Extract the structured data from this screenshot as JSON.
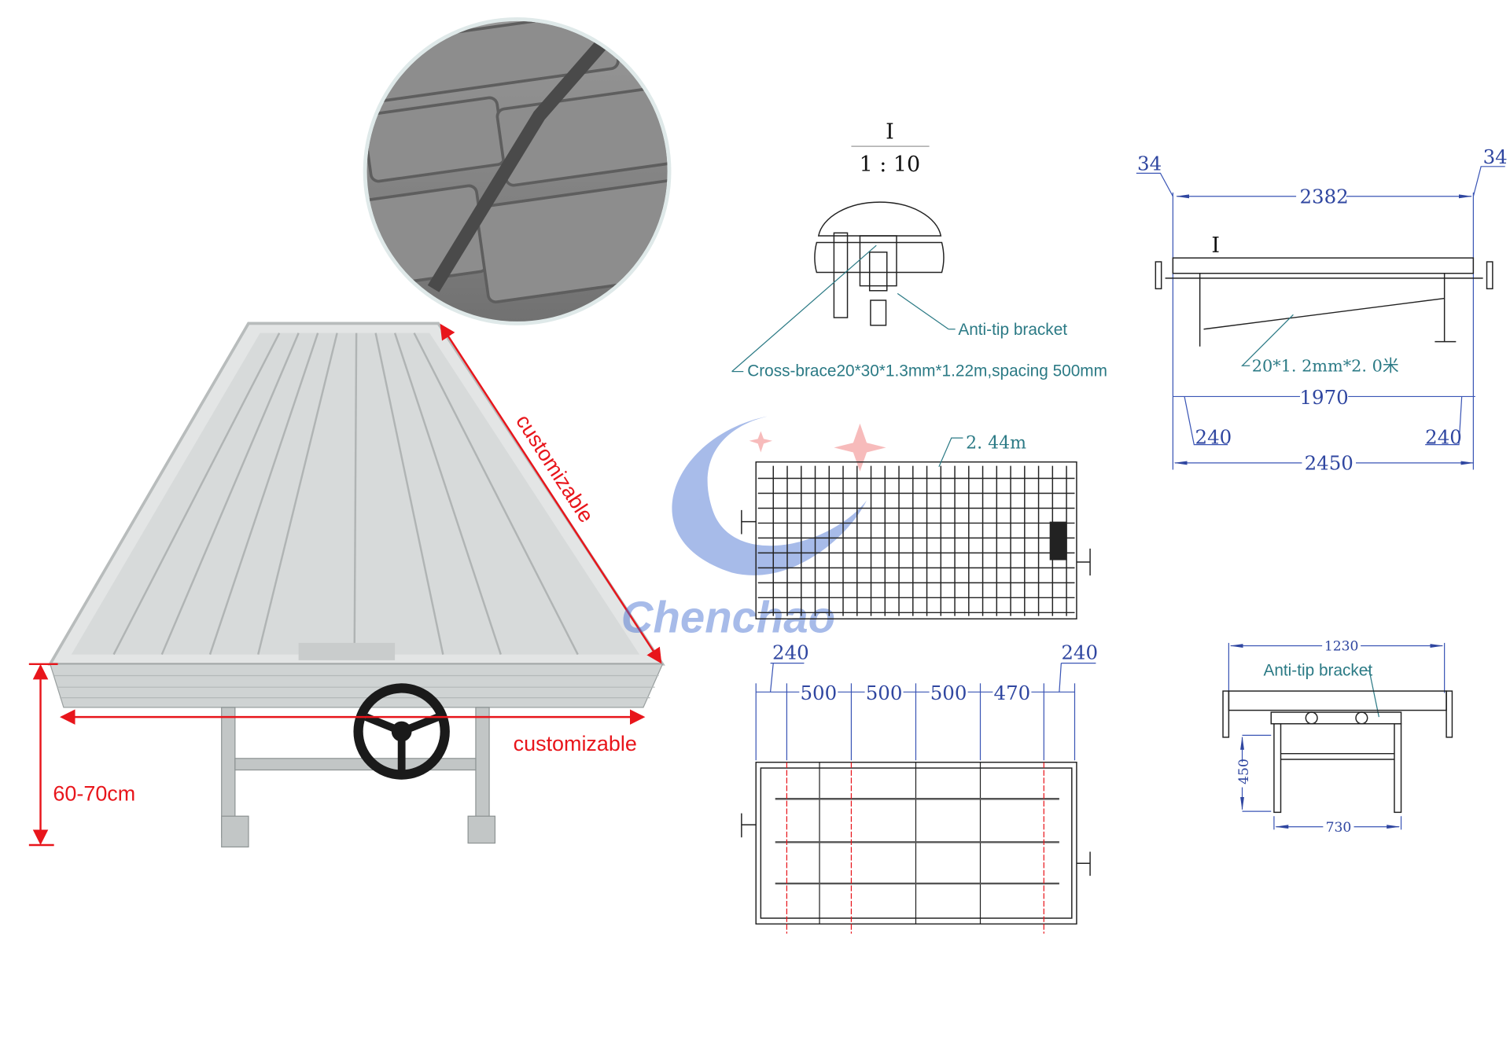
{
  "photo": {
    "length_label": "customizable",
    "width_label": "customizable",
    "height_label": "60-70cm"
  },
  "detail": {
    "marker": "I",
    "scale": "1 : 10",
    "anti_tip_label": "Anti-tip bracket",
    "cross_brace_label": "Cross-brace20*30*1.3mm*1.22m,spacing 500mm"
  },
  "side_view": {
    "dim_34_left": "34",
    "dim_34_right": "34",
    "dim_2382": "2382",
    "marker": "I",
    "brace_label": "20*1. 2mm*2. 0米",
    "dim_1970": "1970",
    "dim_240_left": "240",
    "dim_240_right": "240",
    "dim_2450": "2450"
  },
  "top_view": {
    "length_label": "2. 44m"
  },
  "plan_view": {
    "dims": [
      "240",
      "500",
      "500",
      "500",
      "470",
      "240"
    ]
  },
  "end_view": {
    "dim_1230": "1230",
    "anti_tip_label": "Anti-tip bracket",
    "dim_450": "450",
    "dim_730": "730"
  },
  "watermark": {
    "brand": "Chenchao"
  },
  "colors": {
    "red": "#e8151b",
    "dim_blue": "#2f46a0",
    "note_teal": "#2b7a85"
  }
}
